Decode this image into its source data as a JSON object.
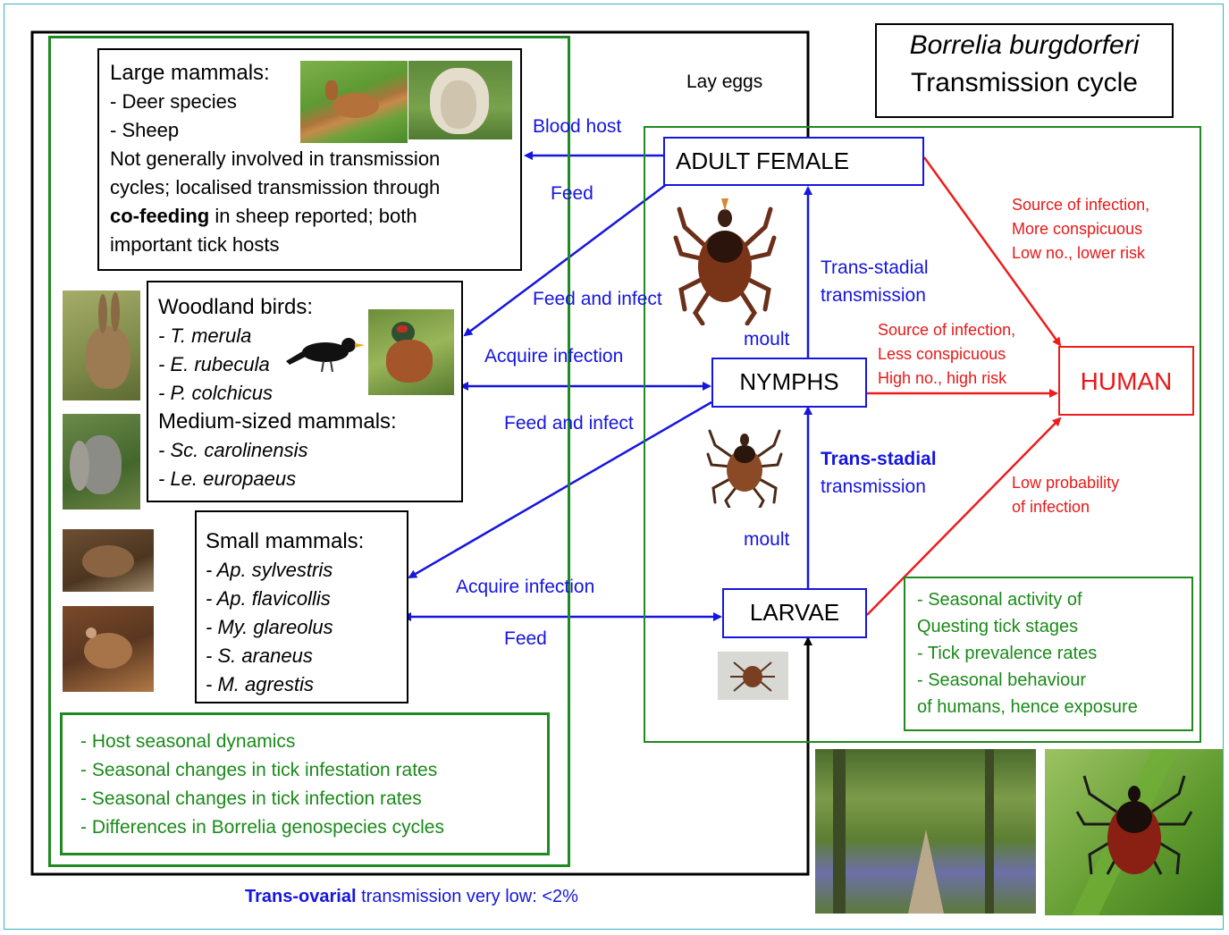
{
  "title": {
    "line1": "Borrelia burgdorferi",
    "line2": "Transmission cycle"
  },
  "tick_stages": {
    "adult_female": "ADULT FEMALE",
    "nymphs": "NYMPHS",
    "larvae": "LARVAE",
    "human": "HUMAN"
  },
  "large_mammals": {
    "heading": "Large mammals:",
    "items": [
      "- Deer species",
      "- Sheep"
    ],
    "note_line1": "Not generally involved in transmission",
    "note_line2": "cycles; localised transmission through",
    "note_bold": "co-feeding",
    "note_line3_rest": " in sheep reported; both",
    "note_line4": "important tick hosts"
  },
  "woodland_birds": {
    "heading": "Woodland birds:",
    "items": [
      "- T. merula",
      "- E. rubecula",
      "- P. colchicus"
    ],
    "medium_heading": "Medium-sized mammals:",
    "medium_items": [
      "- Sc. carolinensis",
      "- Le. europaeus"
    ]
  },
  "small_mammals": {
    "heading": "Small mammals:",
    "items": [
      "- Ap. sylvestris",
      "- Ap. flavicollis",
      "- My. glareolus",
      "- S. araneus",
      "- M. agrestis"
    ]
  },
  "host_factors": [
    "- Host seasonal dynamics",
    "- Seasonal changes in tick infestation rates",
    "- Seasonal changes in tick infection rates",
    "- Differences in Borrelia genospecies cycles"
  ],
  "tick_factors": [
    "- Seasonal activity of",
    "Questing tick stages",
    "- Tick prevalence rates",
    "- Seasonal behaviour",
    "of humans, hence exposure"
  ],
  "labels": {
    "lay_eggs": "Lay eggs",
    "blood_host": "Blood host",
    "feed_top": "Feed",
    "feed_and_infect_1": "Feed and infect",
    "acquire_infection_1": "Acquire infection",
    "feed_and_infect_2": "Feed and infect",
    "acquire_infection_2": "Acquire infection",
    "feed_bottom": "Feed",
    "moult_top": "moult",
    "moult_bottom": "moult",
    "trans_stadial_1_line1": "Trans-stadial",
    "trans_stadial_1_line2": "transmission",
    "trans_stadial_2_line1": "Trans-stadial",
    "trans_stadial_2_line2": "transmission",
    "trans_ovarial_bold": "Trans-ovarial",
    "trans_ovarial_rest": " transmission very low: <2%"
  },
  "risk_labels": {
    "adult": [
      "Source of infection,",
      "More conspicuous",
      "Low no., lower risk"
    ],
    "nymph": [
      "Source of infection,",
      "Less conspicuous",
      "High no., high risk"
    ],
    "larva": [
      "Low probability",
      "of infection"
    ]
  },
  "colors": {
    "transmission_arrow": "#1515e0",
    "human_risk_arrow": "#ee1c1c",
    "factor_box": "#1f8a1f"
  }
}
